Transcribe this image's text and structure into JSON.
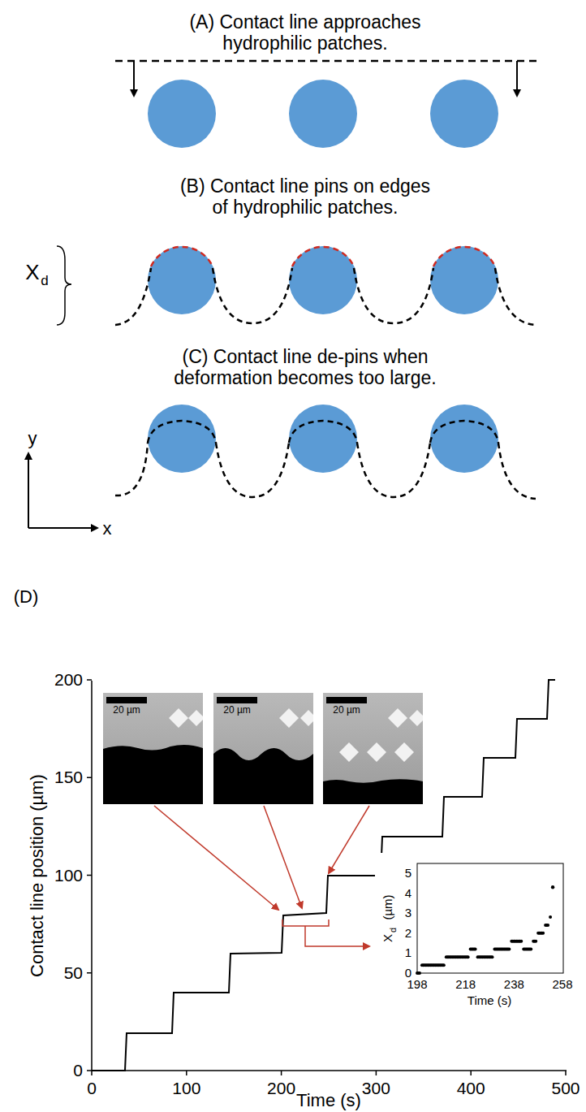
{
  "diagram": {
    "labels": [
      "(A) Contact line approaches hydrophilic patches.",
      "(B) Contact line pins on edges of hydrophilic patches.",
      "X",
      "d",
      "(C) Contact line de-pins when deformation becomes too large.",
      "y",
      "x",
      "(D)",
      "0",
      "50",
      "100",
      "150",
      "200",
      "0",
      "100",
      "200",
      "300",
      "400",
      "500",
      "Contact line position (µm)",
      "Time (s)",
      "20 µm",
      "20 µm",
      "20 µm",
      "0",
      "1",
      "2",
      "3",
      "4",
      "5",
      "198",
      "218",
      "238",
      "258",
      "X",
      "d",
      "(µm)",
      "Time (s)"
    ]
  }
}
